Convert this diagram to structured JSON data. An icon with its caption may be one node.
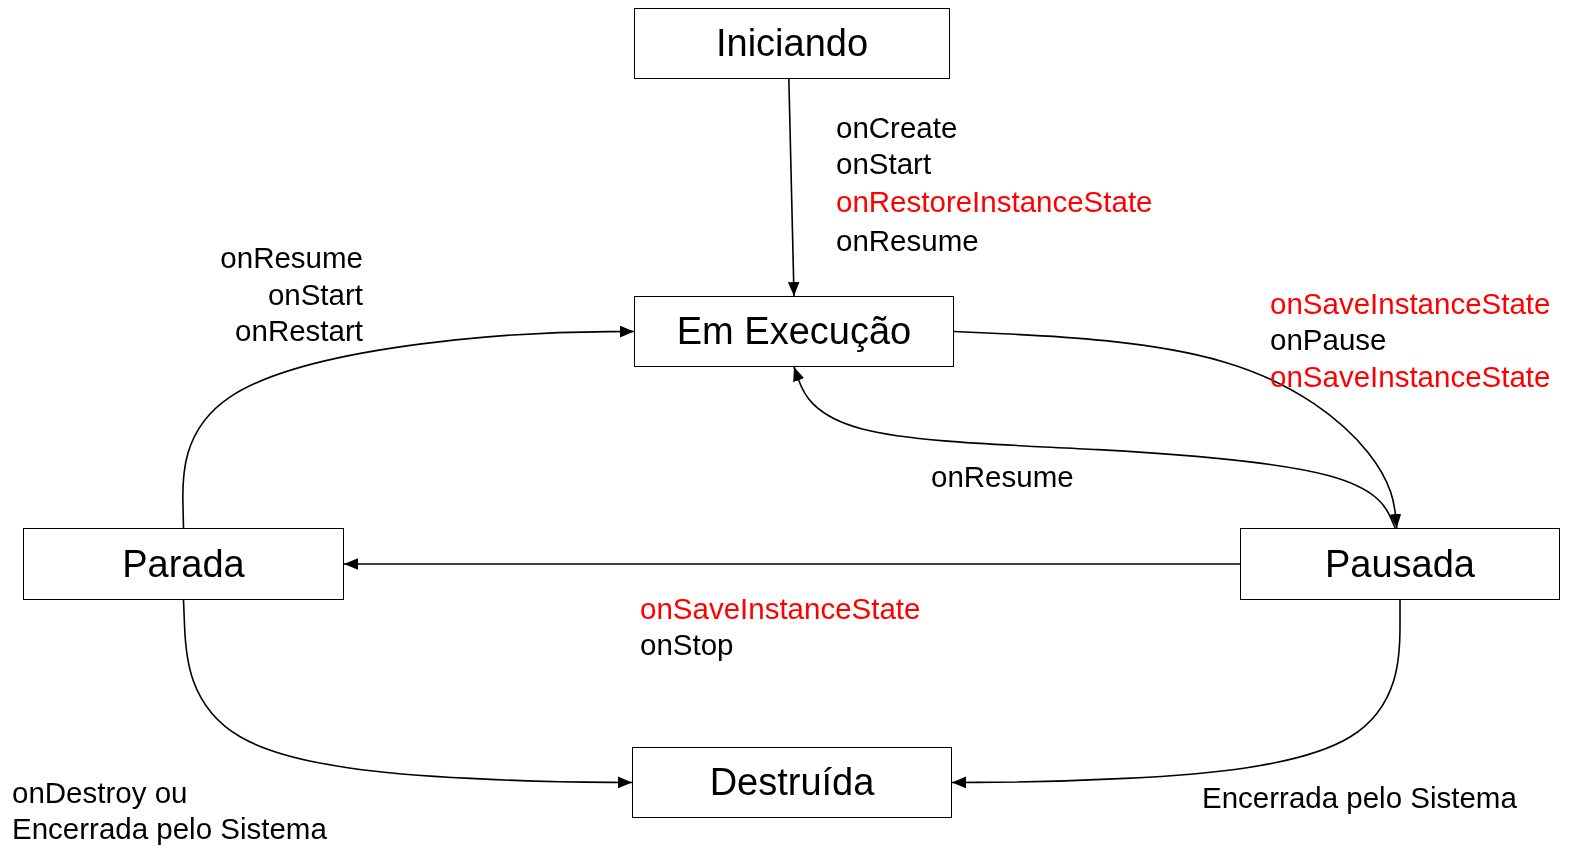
{
  "diagram": {
    "nodes": [
      {
        "text": [
          "Iniciando"
        ]
      },
      {
        "text": [
          "Em Execução"
        ]
      },
      {
        "text": [
          "Parada"
        ]
      },
      {
        "text": [
          "Pausada"
        ]
      },
      {
        "text": [
          "Destruída"
        ]
      }
    ],
    "edges": [
      {
        "from": 0,
        "to": 1,
        "arrow": "to"
      },
      {
        "from": 1,
        "to": 3,
        "arrow": "to"
      },
      {
        "from": 3,
        "to": 1,
        "arrow": "to",
        "label": "onResume"
      },
      {
        "from": 3,
        "to": 2,
        "arrow": "to"
      },
      {
        "from": 2,
        "to": 1,
        "arrow": "to"
      },
      {
        "from": 2,
        "to": 4,
        "arrow": "to"
      },
      {
        "from": 3,
        "to": 4,
        "arrow": "to"
      }
    ],
    "labels": [
      "onCreate",
      "onStart",
      "onRestoreInstanceState",
      "onResume",
      "onResume",
      "onStart",
      "onRestart",
      "onSaveInstanceState",
      "onPause",
      "onSaveInstanceState",
      "onSaveInstanceState",
      "onStop",
      "onDestroy ou",
      "Encerrada pelo Sistema",
      "Encerrada pelo Sistema"
    ]
  }
}
